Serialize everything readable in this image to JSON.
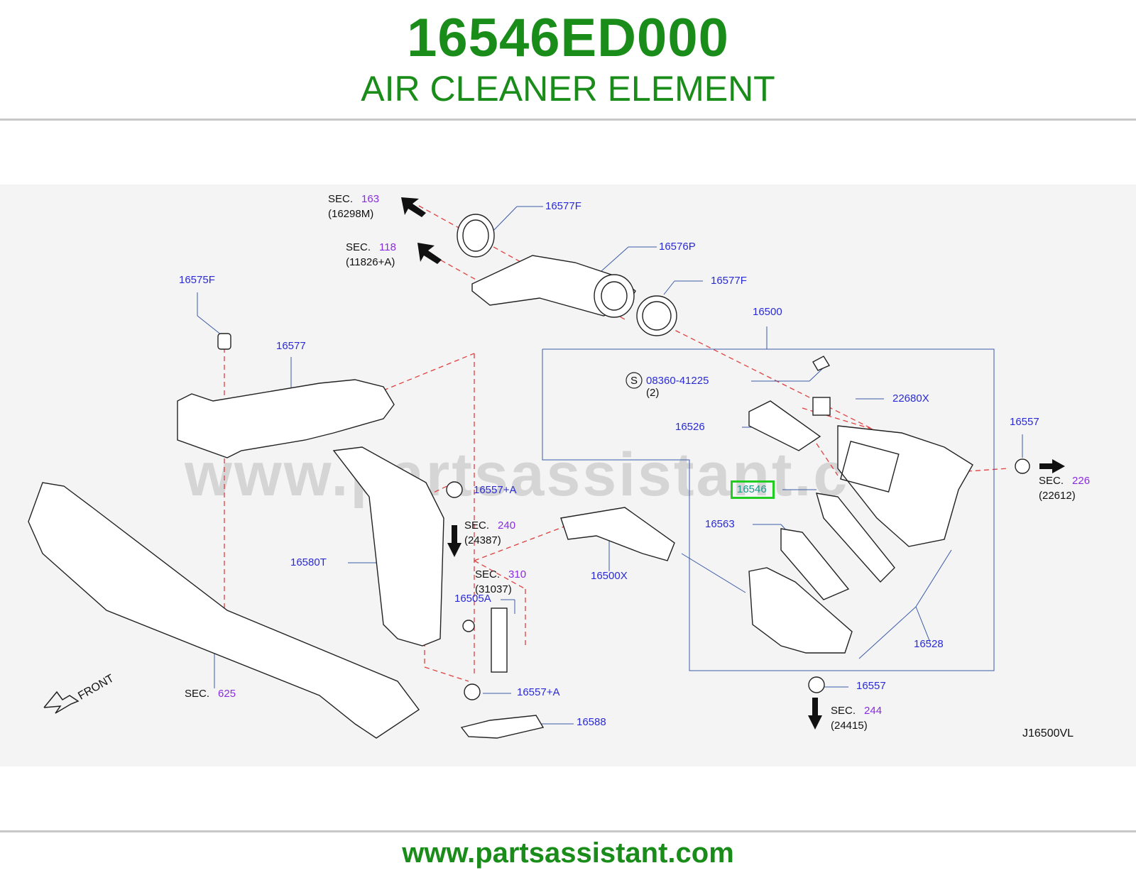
{
  "header": {
    "part_number": "16546ED000",
    "part_name": "AIR CLEANER ELEMENT"
  },
  "footer": {
    "url": "www.partsassistant.com"
  },
  "watermark": "www.partsassistant.com",
  "diagram": {
    "code": "J16500VL",
    "front_label": "FRONT",
    "highlighted_part": "16546",
    "labels": {
      "p16577F_top": "16577F",
      "p16576P": "16576P",
      "p16577F_mid": "16577F",
      "p16575F": "16575F",
      "p16577": "16577",
      "p16500": "16500",
      "p08360": "08360-41225",
      "p08360_qty": "(2)",
      "s_mark": "S",
      "p22680X": "22680X",
      "p16526": "16526",
      "p16557_right": "16557",
      "p16557A_top": "16557+A",
      "p16563": "16563",
      "p16580T": "16580T",
      "p16500X": "16500X",
      "p16505A": "16505A",
      "p16528": "16528",
      "p16557_bottom": "16557",
      "p16557A_bottom": "16557+A",
      "p16588": "16588"
    },
    "sections": [
      {
        "id": "sec163",
        "prefix": "SEC.",
        "number": "163",
        "ref": "(16298M)"
      },
      {
        "id": "sec118",
        "prefix": "SEC.",
        "number": "118",
        "ref": "(11826+A)"
      },
      {
        "id": "sec240",
        "prefix": "SEC.",
        "number": "240",
        "ref": "(24387)"
      },
      {
        "id": "sec310",
        "prefix": "SEC.",
        "number": "310",
        "ref": "(31037)"
      },
      {
        "id": "sec625",
        "prefix": "SEC.",
        "number": "625",
        "ref": ""
      },
      {
        "id": "sec226",
        "prefix": "SEC.",
        "number": "226",
        "ref": "(22612)"
      },
      {
        "id": "sec244",
        "prefix": "SEC.",
        "number": "244",
        "ref": "(24415)"
      }
    ]
  },
  "colors": {
    "title_green": "#1a8c1a",
    "callout_blue": "#2a2ad6",
    "section_purple": "#8a2be2",
    "highlight_green": "#22cc22",
    "leader_red": "#e04040"
  }
}
